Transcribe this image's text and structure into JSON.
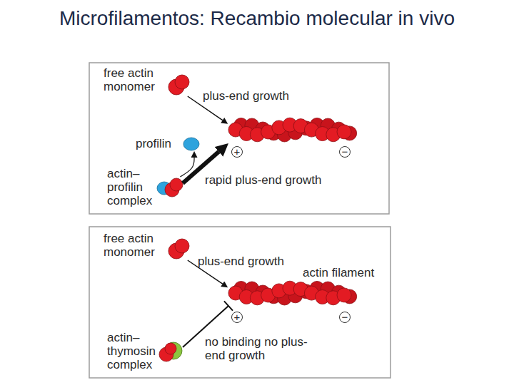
{
  "diagram": {
    "title": "Microfilamentos: Recambio molecular in vivo",
    "nodes": [
      {
        "text": [
          "free actin monomer"
        ]
      },
      {
        "text": [
          "+",
          "−"
        ]
      },
      {
        "text": [
          "profilin"
        ]
      },
      {
        "text": [
          "actin– profilin complex"
        ]
      },
      {
        "text": [
          "free actin monomer"
        ]
      },
      {
        "text": [
          "actin filament",
          "+",
          "−"
        ]
      },
      {
        "text": [
          "actin– thymosin complex"
        ]
      }
    ],
    "edges": [
      {
        "from": 0,
        "to": 1,
        "arrow": "to",
        "label": "plus-end growth"
      },
      {
        "from": 3,
        "to": 1,
        "arrow": "to",
        "label": "rapid plus-end growth"
      },
      {
        "from": 3,
        "to": 2,
        "arrow": "to"
      },
      {
        "from": 4,
        "to": 5,
        "arrow": "to",
        "label": "plus-end growth"
      },
      {
        "from": 6,
        "to": 5,
        "arrow": "none",
        "label": "no binding no plus-end growth"
      }
    ]
  }
}
